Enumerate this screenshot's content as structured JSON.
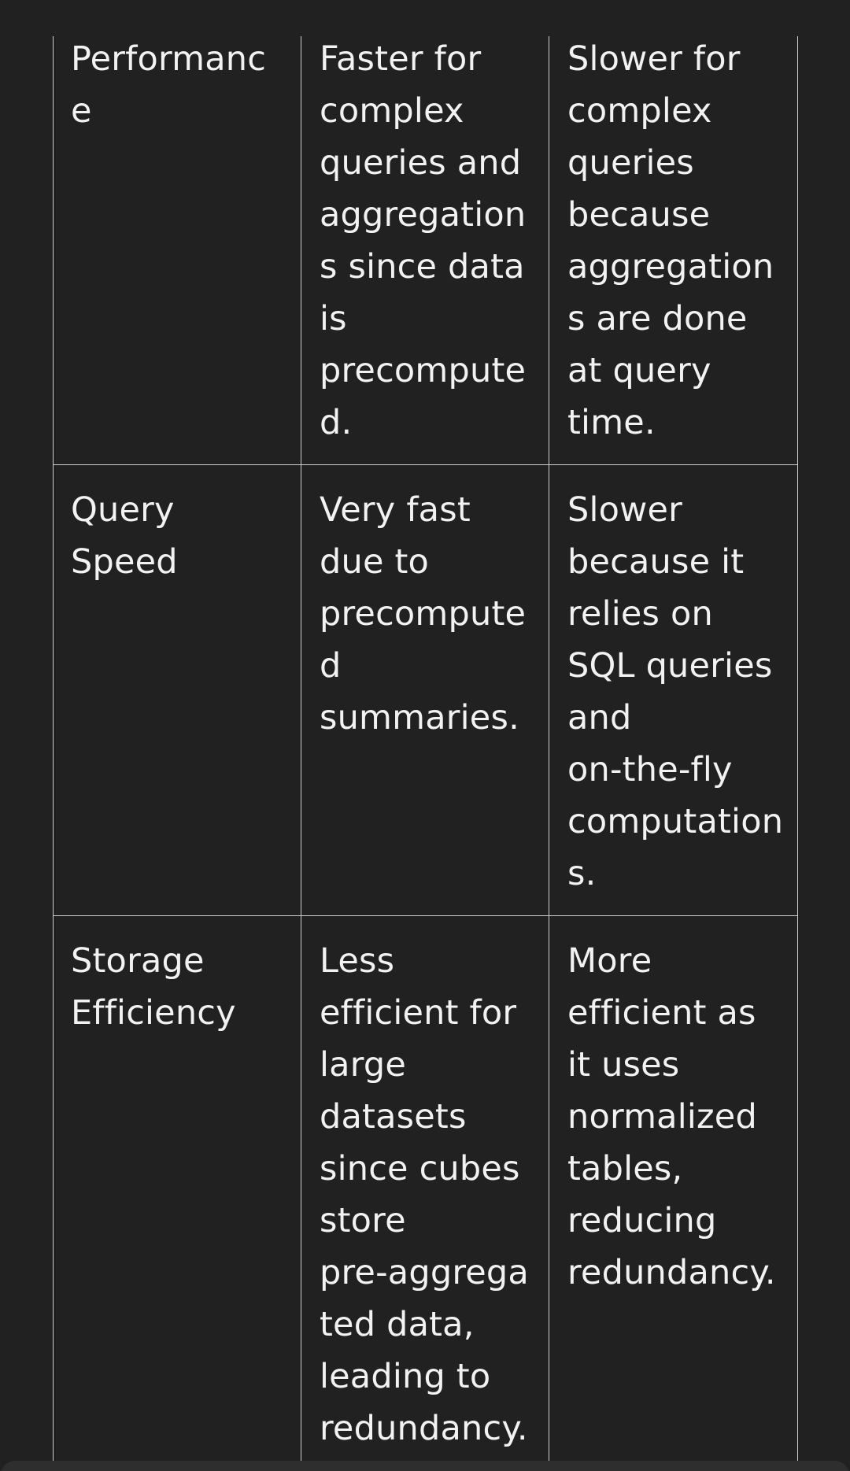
{
  "table": {
    "rows": [
      {
        "feature": [
          "Performanc",
          "e"
        ],
        "molap": [
          "Faster for",
          "complex",
          "queries and",
          "aggregation",
          "s since data",
          "is",
          "precompute",
          "d."
        ],
        "rolap": [
          "Slower for",
          "complex",
          "queries",
          "because",
          "aggregation",
          "s are done",
          "at query",
          "time."
        ]
      },
      {
        "feature": [
          "Query",
          "Speed"
        ],
        "molap": [
          "Very fast",
          "due to",
          "precompute",
          "d",
          "summaries."
        ],
        "rolap": [
          "Slower",
          "because it",
          "relies on",
          "SQL queries",
          "and",
          "on-the-fly",
          "computation",
          "s."
        ]
      },
      {
        "feature": [
          "Storage",
          "Efficiency"
        ],
        "molap": [
          "Less",
          "efficient for",
          "large",
          "datasets",
          "since cubes",
          "store",
          "pre-aggrega",
          "ted data,",
          "leading to",
          "redundancy."
        ],
        "rolap": [
          "More",
          "efficient as",
          "it uses",
          "normalized",
          "tables,",
          "reducing",
          "redundancy."
        ]
      }
    ]
  }
}
